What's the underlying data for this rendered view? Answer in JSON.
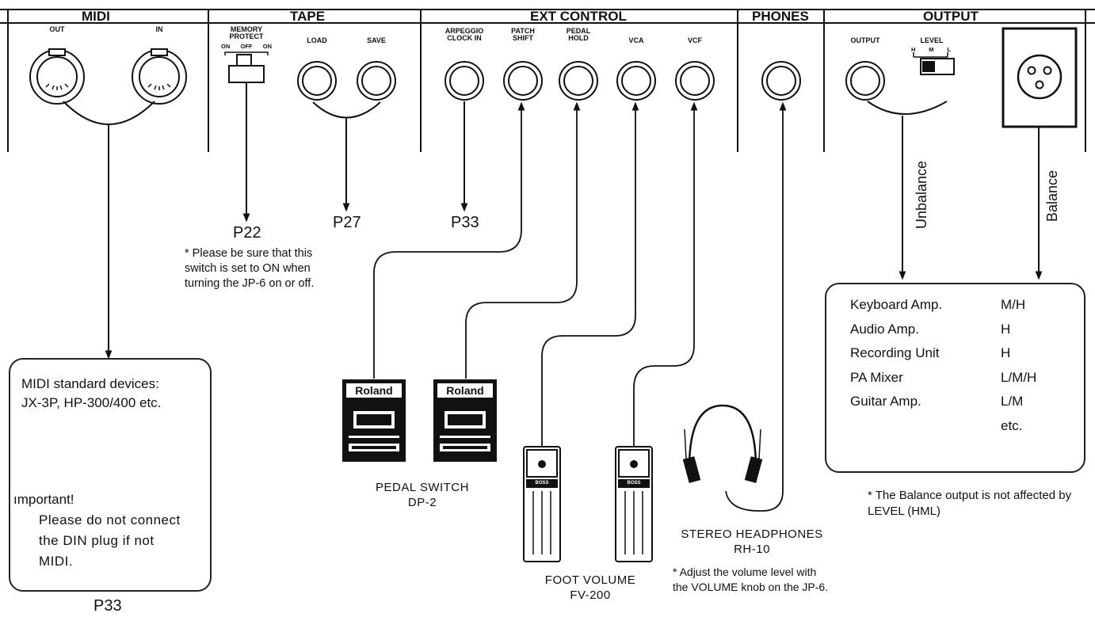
{
  "sections": {
    "midi": "MIDI",
    "tape": "TAPE",
    "ext_control": "EXT CONTROL",
    "phones": "PHONES",
    "output": "OUTPUT"
  },
  "jacks": {
    "midi_out": "OUT",
    "midi_in": "IN",
    "memory_protect": [
      "MEMORY",
      "PROTECT"
    ],
    "switch_positions": [
      "ON",
      "OFF",
      "ON"
    ],
    "load": "LOAD",
    "save": "SAVE",
    "arpeggio_clock_in": [
      "ARPEGGIO",
      "CLOCK IN"
    ],
    "patch_shift": [
      "PATCH",
      "SHIFT"
    ],
    "pedal_hold": [
      "PEDAL",
      "HOLD"
    ],
    "vca": "VCA",
    "vcf": "VCF",
    "output": "OUTPUT",
    "level": "LEVEL",
    "level_positions": [
      "H",
      "M",
      "L"
    ]
  },
  "page_refs": {
    "memory_protect": "P22",
    "tape": "P27",
    "arpeggio": "P33",
    "midi": "P33"
  },
  "notes": {
    "memory_protect": "* Please be sure that this switch is set to ON when turning the JP-6 on or off.",
    "balance_output": "* The Balance output is not affected by LEVEL (HML)",
    "headphones": "* Adjust the volume level with the VOLUME knob on the JP-6."
  },
  "output_labels": {
    "unbalance": "Unbalance",
    "balance": "Balance"
  },
  "midi_box": {
    "line1": "MIDI standard devices:",
    "line2": "JX-3P, HP-300/400 etc.",
    "important": "ımportant!",
    "warning": [
      "Please do not connect",
      "the DIN plug if not",
      "MIDI."
    ]
  },
  "output_table": [
    {
      "device": "Keyboard Amp.",
      "level": "M/H"
    },
    {
      "device": "Audio Amp.",
      "level": "H"
    },
    {
      "device": "Recording Unit",
      "level": "H"
    },
    {
      "device": "PA Mixer",
      "level": "L/M/H"
    },
    {
      "device": "Guitar Amp.",
      "level": "L/M"
    },
    {
      "device": "",
      "level": "etc."
    }
  ],
  "devices": {
    "pedal_switch": [
      "PEDAL SWITCH",
      "DP-2"
    ],
    "foot_volume": [
      "FOOT VOLUME",
      "FV-200"
    ],
    "headphones": [
      "STEREO HEADPHONES",
      "RH-10"
    ],
    "pedal_brand": "Roland",
    "volume_brand": "BOSS"
  }
}
